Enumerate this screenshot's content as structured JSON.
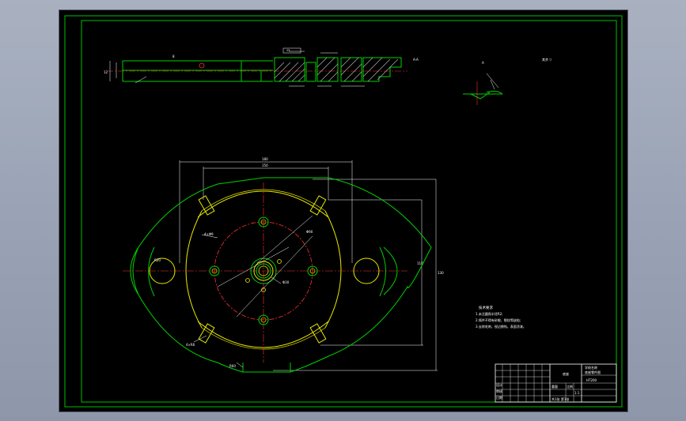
{
  "drawing": {
    "title_block": {
      "part_name": "底座",
      "drawing_title": "底座零件图",
      "material": "HT200",
      "scale": "1:1",
      "sheet_no": "共1张 第1张",
      "label_designer": "设计",
      "label_checker": "审核",
      "label_date": "日期",
      "label_scale": "比例",
      "label_weight": "重量",
      "label_school": "学校名称"
    },
    "tech_notes": {
      "heading": "技术要求",
      "line1": "1.未注圆角半径R2;",
      "line2": "2.铸件不得有砂眼、裂纹等缺陷;",
      "line3": "3.去除毛刺，锐边倒钝，表面涂漆。"
    },
    "detail": {
      "view_label": "A",
      "roughness_note": "其余 ▽"
    },
    "section_label": "A-A",
    "dims": {
      "overall_width": "180",
      "inner_width": "150",
      "height_outer": "130",
      "height_inner": "110",
      "pcd": "Φ90",
      "center_bore": "Φ30",
      "hole_dia": "4×Φ9",
      "slot": "4×R6",
      "top_h": "12",
      "top_w": "25",
      "r_end": "R20",
      "r_big": "R60",
      "thick": "8"
    }
  }
}
